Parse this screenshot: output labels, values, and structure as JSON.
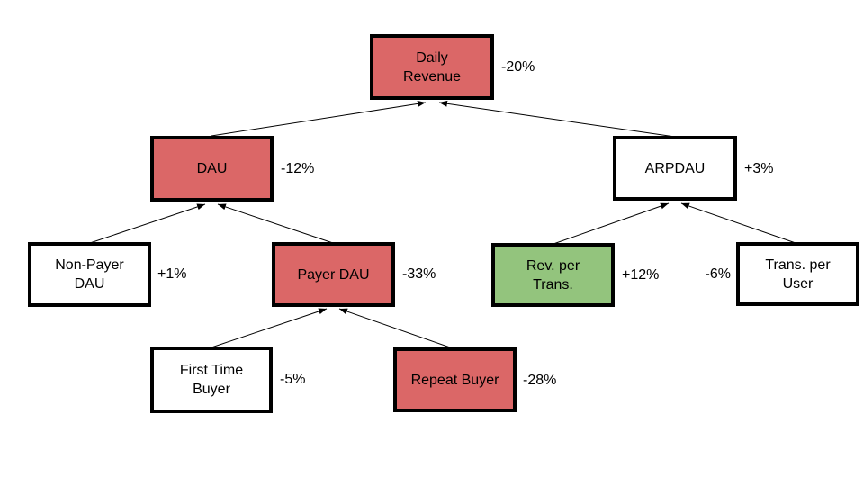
{
  "diagram": {
    "type": "metric-decomposition-tree",
    "root_metric": "Daily Revenue"
  },
  "colors": {
    "negative": "#db6767",
    "positive": "#93c47d",
    "neutral": "#ffffff",
    "border": "#000000",
    "connector": "#000000",
    "text": "#000000",
    "background": "#ffffff"
  },
  "nodes": [
    {
      "id": "daily-revenue",
      "label": "Daily\nRevenue",
      "change": "-20%",
      "status": "negative",
      "parent": null
    },
    {
      "id": "dau",
      "label": "DAU",
      "change": "-12%",
      "status": "negative",
      "parent": "daily-revenue"
    },
    {
      "id": "arpdau",
      "label": "ARPDAU",
      "change": "+3%",
      "status": "neutral",
      "parent": "daily-revenue"
    },
    {
      "id": "non-payer-dau",
      "label": "Non-Payer\nDAU",
      "change": "+1%",
      "status": "neutral",
      "parent": "dau"
    },
    {
      "id": "payer-dau",
      "label": "Payer DAU",
      "change": "-33%",
      "status": "negative",
      "parent": "dau"
    },
    {
      "id": "rev-per-trans",
      "label": "Rev. per\nTrans.",
      "change": "+12%",
      "status": "positive",
      "parent": "arpdau"
    },
    {
      "id": "trans-per-user",
      "label": "Trans. per\nUser",
      "change": "-6%",
      "status": "neutral",
      "parent": "arpdau"
    },
    {
      "id": "first-time-buyer",
      "label": "First Time\nBuyer",
      "change": "-5%",
      "status": "neutral",
      "parent": "payer-dau"
    },
    {
      "id": "repeat-buyer",
      "label": "Repeat Buyer",
      "change": "-28%",
      "status": "negative",
      "parent": "payer-dau"
    }
  ],
  "edges": [
    {
      "from": "dau",
      "to": "daily-revenue",
      "direction": "child-to-parent"
    },
    {
      "from": "arpdau",
      "to": "daily-revenue",
      "direction": "child-to-parent"
    },
    {
      "from": "non-payer-dau",
      "to": "dau",
      "direction": "child-to-parent"
    },
    {
      "from": "payer-dau",
      "to": "dau",
      "direction": "child-to-parent"
    },
    {
      "from": "rev-per-trans",
      "to": "arpdau",
      "direction": "child-to-parent"
    },
    {
      "from": "trans-per-user",
      "to": "arpdau",
      "direction": "child-to-parent"
    },
    {
      "from": "first-time-buyer",
      "to": "payer-dau",
      "direction": "child-to-parent"
    },
    {
      "from": "repeat-buyer",
      "to": "payer-dau",
      "direction": "child-to-parent"
    }
  ]
}
